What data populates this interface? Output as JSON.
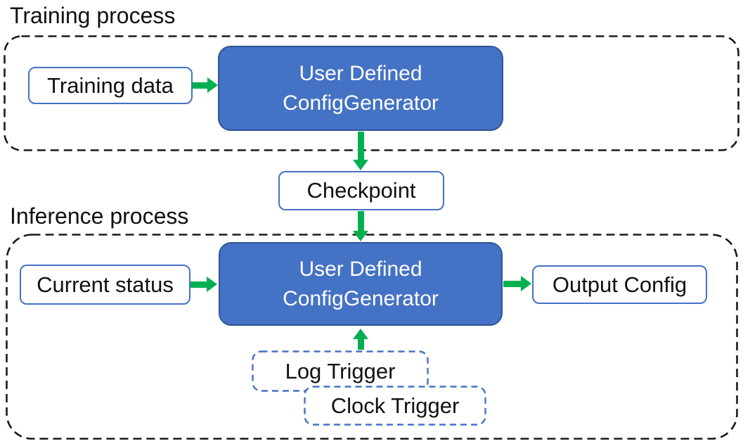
{
  "colors": {
    "accent_blue": "#4472C4",
    "accent_blue_dark": "#2F5597",
    "arrow_green": "#00B050",
    "container_border": "#1A1A1A",
    "text": "#111111",
    "generator_text": "#FFFFFF",
    "background": "#FFFFFF"
  },
  "training_section": {
    "label": "Training process",
    "data_box": "Training data",
    "generator": {
      "line1": "User Defined",
      "line2": "ConfigGenerator"
    }
  },
  "checkpoint_box": "Checkpoint",
  "inference_section": {
    "label": "Inference process",
    "status_box": "Current status",
    "generator": {
      "line1": "User Defined",
      "line2": "ConfigGenerator"
    },
    "output_box": "Output Config",
    "log_trigger_box": "Log Trigger",
    "clock_trigger_box": "Clock Trigger"
  }
}
